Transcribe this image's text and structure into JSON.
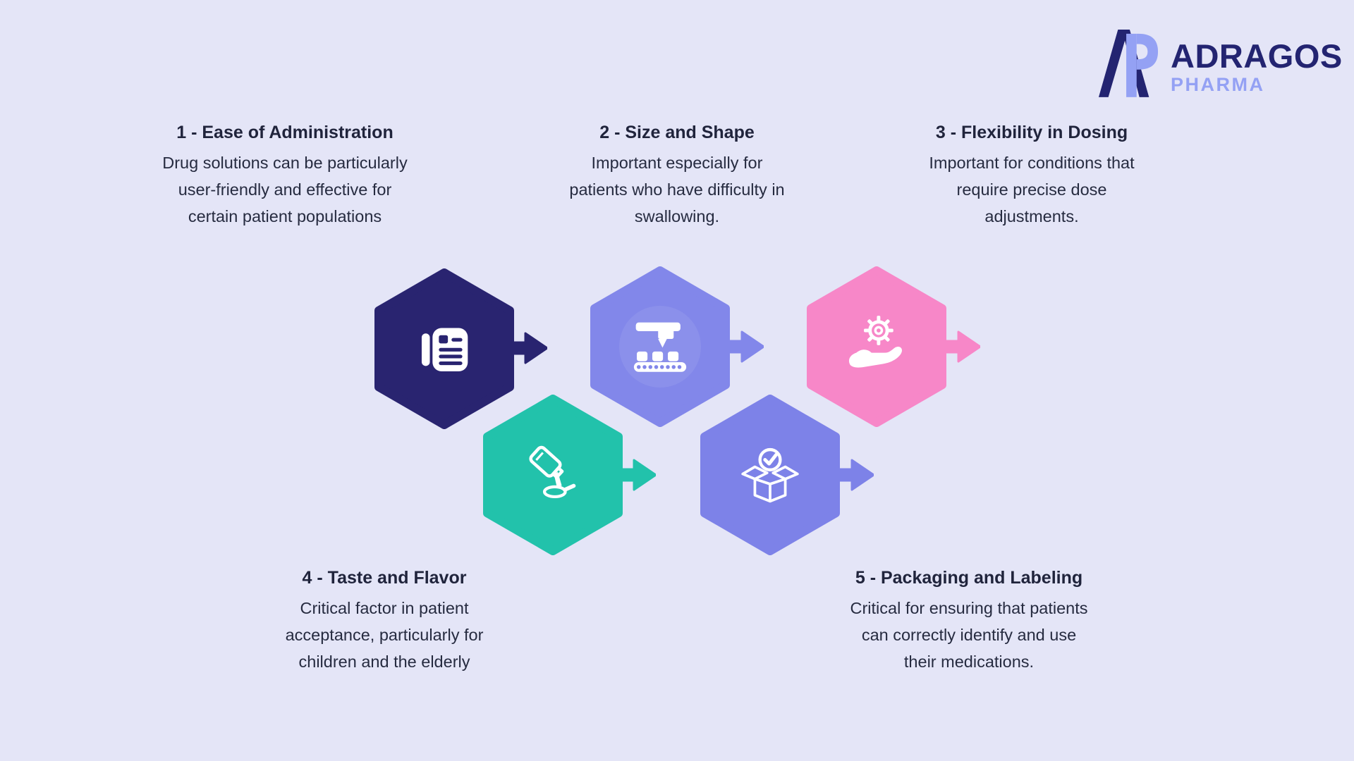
{
  "page": {
    "background_color": "#e4e5f7",
    "heading_text_color": "#20243c",
    "body_text_color": "#262b40"
  },
  "logo": {
    "brand": "ADRAGOS",
    "subbrand": "PHARMA",
    "brand_color": "#232471",
    "accent_color": "#94a1f4",
    "mark": "overlapping-a-p-monogram"
  },
  "steps": [
    {
      "title": "1 - Ease of Administration",
      "description": "Drug solutions can be particularly user-friendly and effective for certain patient populations",
      "color": "#292470",
      "icon": "report-document-icon"
    },
    {
      "title": "2 - Size and Shape",
      "description": "Important especially for patients who have difficulty in swallowing.",
      "color": "#8287ea",
      "icon": "manufacturing-conveyor-icon"
    },
    {
      "title": "3 - Flexibility in Dosing",
      "description": "Important for conditions that require precise dose adjustments.",
      "color": "#f787c8",
      "icon": "hand-gear-icon"
    },
    {
      "title": "4 - Taste and Flavor",
      "description": "Critical factor in patient acceptance, particularly for children and the elderly",
      "color": "#22c2ab",
      "icon": "syrup-pouring-icon"
    },
    {
      "title": "5 - Packaging and Labeling",
      "description": "Critical for ensuring that patients can correctly identify and use their medications.",
      "color": "#7d82e8",
      "icon": "package-check-icon"
    }
  ]
}
